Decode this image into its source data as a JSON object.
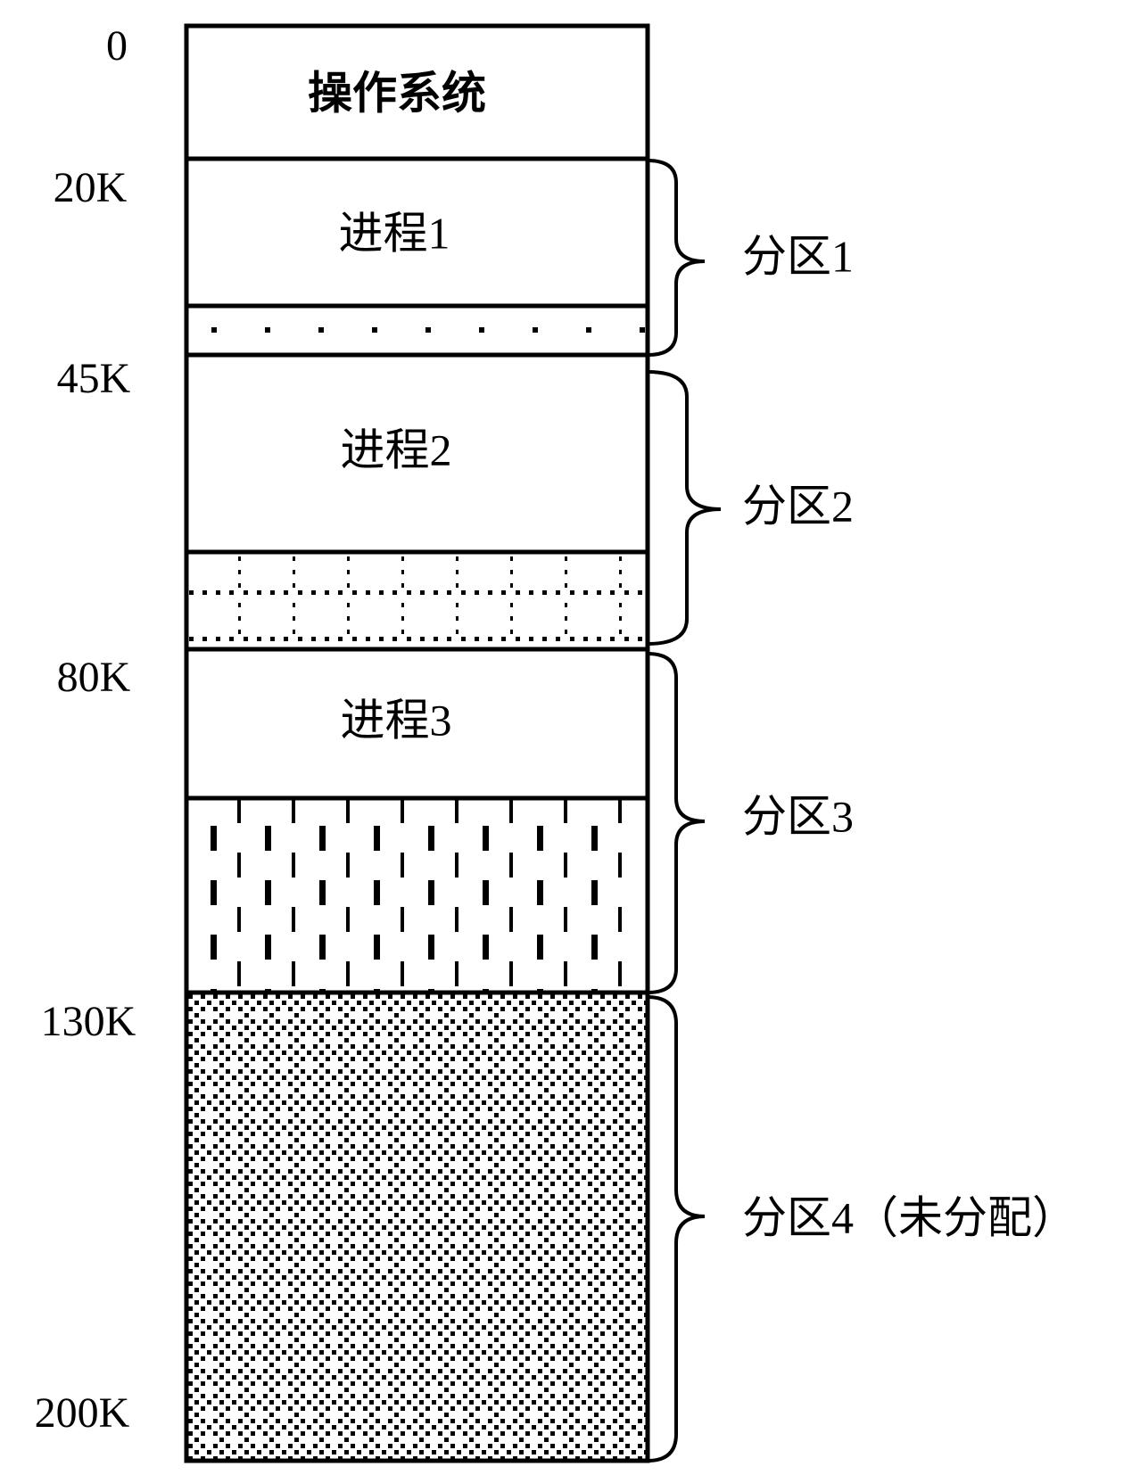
{
  "title": "Memory partition diagram",
  "address_labels": [
    "0",
    "20K",
    "45K",
    "80K",
    "130K",
    "200K"
  ],
  "blocks": {
    "os": "操作系统",
    "process1": "进程1",
    "process2": "进程2",
    "process3": "进程3"
  },
  "partitions": [
    "分区1",
    "分区2",
    "分区3",
    "分区4（未分配）"
  ],
  "colors": {
    "stroke": "#000000",
    "background": "#ffffff"
  }
}
